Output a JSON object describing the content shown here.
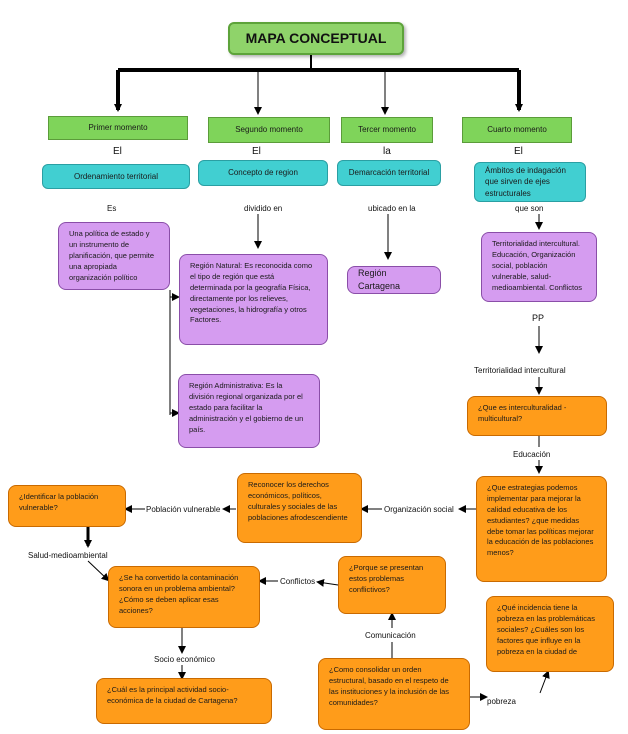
{
  "title": "MAPA CONCEPTUAL",
  "moments": {
    "first": "Primer momento",
    "second": "Segundo momento",
    "third": "Tercer momento",
    "fourth": "Cuarto momento"
  },
  "article_labels": {
    "first": "El",
    "second": "El",
    "third": "la",
    "fourth": "El"
  },
  "concepts": {
    "first": "Ordenamiento territorial",
    "second": "Concepto de region",
    "third": "Demarcación territorial",
    "fourth": "Ámbitos de indagación que sirven de ejes estructurales"
  },
  "linking": {
    "es": "Es",
    "dividido_en": "dividido en",
    "ubicado_en_la": "ubicado en la",
    "que_son": "que son",
    "pp": "PP",
    "educacion": "Educación",
    "poblacion_vulnerable": "Población vulnerable",
    "organizacion_social": "Organización social",
    "salud_medioambiental": "Salud-medioambiental",
    "conflictos": "Conflictos",
    "comunicacion": "Comunicación",
    "socio_economico": "Socio económico",
    "pobreza": "pobreza",
    "territorialidad": "Territorialidad intercultural"
  },
  "nodes": {
    "politica": "Una política de estado y un instrumento de planificación, que permite una apropiada organización político",
    "region_natural": "Región Natural: Es reconocida como el tipo de región que está determinada por la geografía Física, directamente por los relieves, vegetaciones, la hidrografía y otros Factores.",
    "region_administrativa": "Región Administrativa: Es la división regional organizada por el estado para facilitar la administración y el gobierno de un país.",
    "region_cartagena": "Región Cartagena",
    "ejes": "Territorialidad intercultural. Educación, Organización social, población vulnerable, salud-medioambiental. Conflictos",
    "q_intercultural": "¿Que es interculturalidad - multicultural?",
    "q_estrategias": "¿Que estrategias podemos implementar para mejorar la calidad educativa de los estudiantes? ¿que medidas debe tomar las políticas mejorar la educación de las poblaciones menos?",
    "reconocer": "Reconocer los derechos económicos, políticos, culturales y sociales de las poblaciones afrodescendiente",
    "q_identificar": "¿Identificar la población vulnerable?",
    "q_contaminacion": "¿Se ha convertido la contaminación sonora en un problema ambiental? ¿Cómo se deben aplicar esas acciones?",
    "q_conflictos": "¿Porque se presentan estos problemas conflictivos?",
    "q_incidencia": "¿Qué incidencia tiene la pobreza en las problemáticas sociales? ¿Cuáles son los factores que influye en la pobreza en la ciudad de",
    "q_consolida": "¿Como consolidar un orden estructural, basado en el respeto de las instituciones y la inclusión de las comunidades?",
    "q_actividad": "¿Cuál es la principal actividad socio-económica de la ciudad de Cartagena?"
  }
}
